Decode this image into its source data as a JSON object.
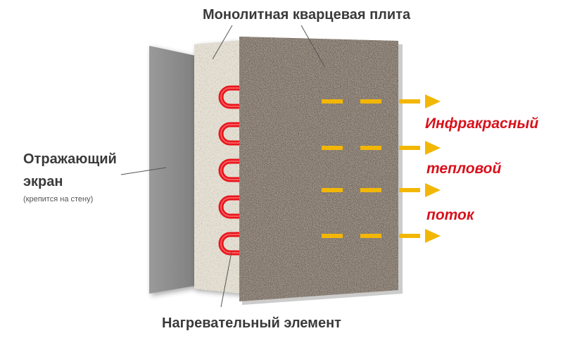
{
  "labels": {
    "top": "Монолитная кварцевая плита",
    "left_line1": "Отражающий",
    "left_line2": "экран",
    "left_note": "(крепится  на стену)",
    "bottom": "Нагревательный элемент",
    "flow_line1": "Инфракрасный",
    "flow_line2": "тепловой",
    "flow_line3": "поток"
  },
  "colors": {
    "reflector": "#8c8c8c",
    "inner_plate": "#e4dfd3",
    "quartz_plate": "#8f857a",
    "heating_coil": "#e8141c",
    "flow_arrows": "#f2b705",
    "flow_text": "#d8111b",
    "label_text": "#3a3a3a",
    "leader_line": "#555555"
  },
  "layers": [
    {
      "name": "reflector",
      "icon": "gray-panel"
    },
    {
      "name": "inner-plate",
      "icon": "light-panel"
    },
    {
      "name": "quartz-plate",
      "icon": "granite-panel"
    }
  ],
  "heating_loops": 5,
  "flow_arrows": 4
}
